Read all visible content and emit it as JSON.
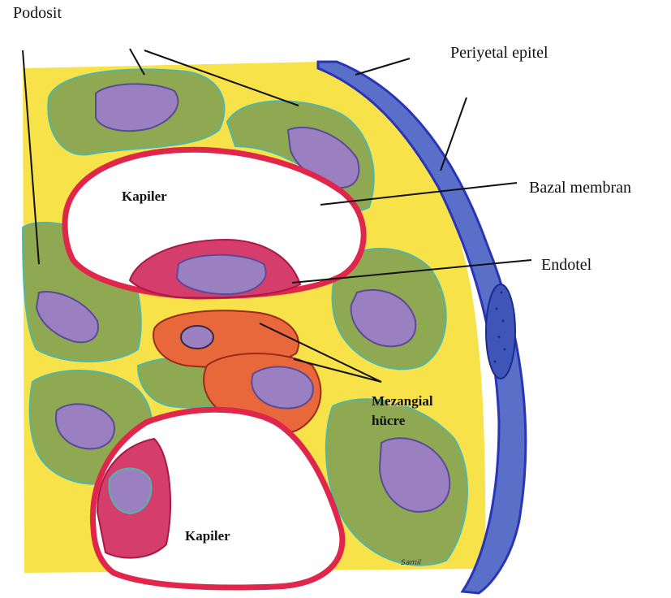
{
  "labels": {
    "podosit": "Podosit",
    "periyetal_epitel": "Periyetal epitel",
    "bazal_membran": "Bazal membran",
    "endotel": "Endotel",
    "mezangial_line1": "Mezangial",
    "mezangial_line2": "hücre",
    "kapiler_top": "Kapiler",
    "kapiler_bottom": "Kapiler"
  },
  "signature": "Samil",
  "colors": {
    "urinary_space": "#f7e24a",
    "podocyte": "#8fa852",
    "podocyte_edge": "#4fb7a8",
    "nucleus": "#9a80c0",
    "nucleus_edge": "#5b4a95",
    "capillary_wall": "#e0264a",
    "capillary_lumen": "#ffffff",
    "endothelium": "#d43d6c",
    "mesangial": "#e8683c",
    "parietal_epithelium": "#5a6fc8",
    "parietal_edge": "#2a34b8"
  }
}
